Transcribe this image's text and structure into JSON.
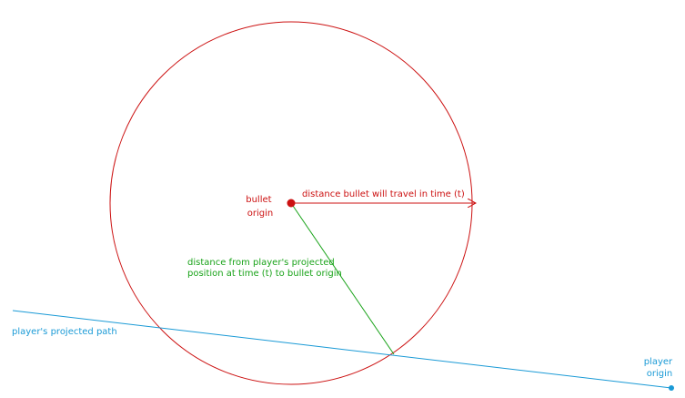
{
  "colors": {
    "bullet": "#cc1111",
    "player": "#1a9ad6",
    "distance": "#1aa31a"
  },
  "labels": {
    "bullet_origin": [
      "bullet",
      "origin"
    ],
    "bullet_travel": "distance bullet will travel in time (t)",
    "distance_line": [
      "distance from player's projected",
      "position at time (t) to bullet origin"
    ],
    "player_path": "player's projected path",
    "player_origin": [
      "player",
      "origin"
    ]
  }
}
